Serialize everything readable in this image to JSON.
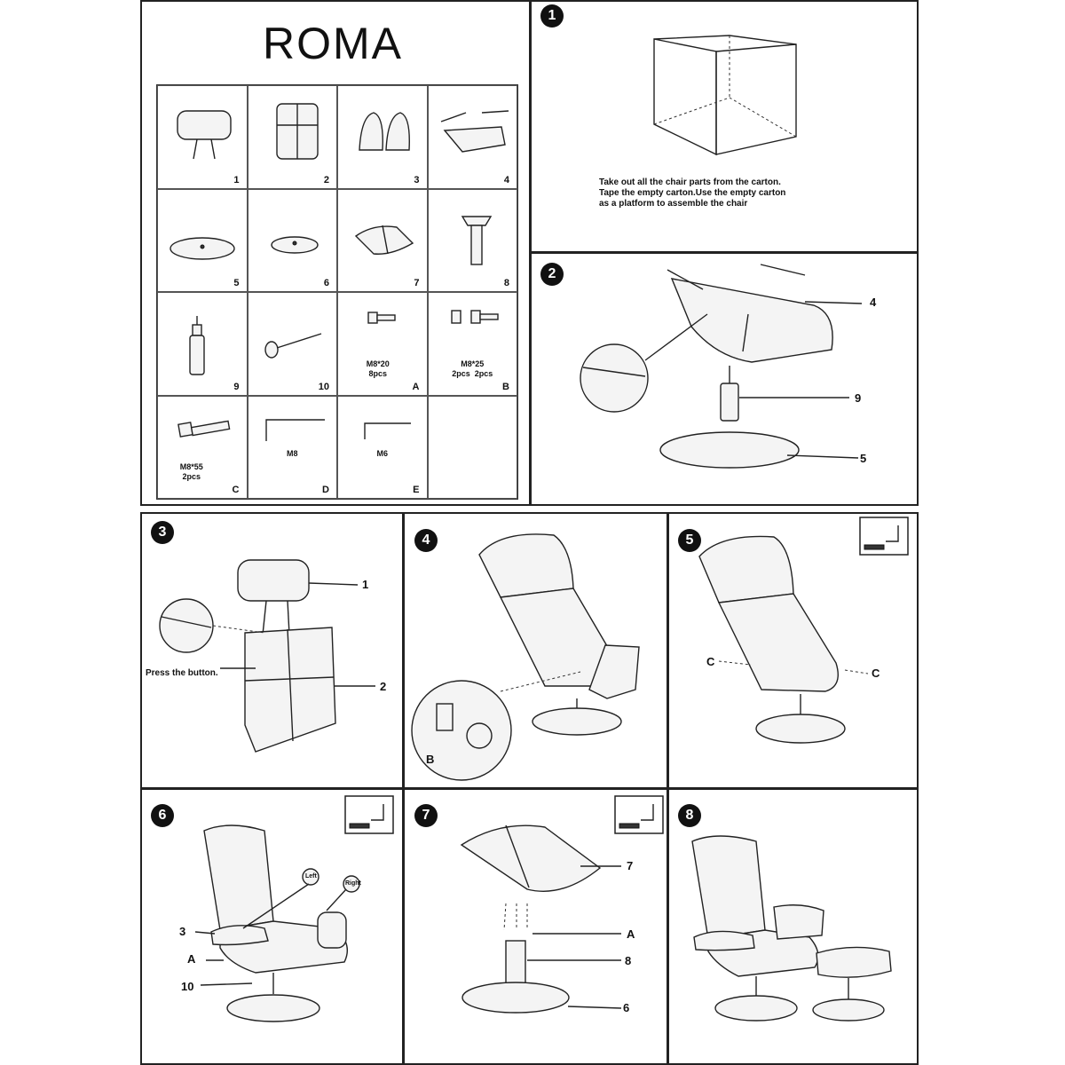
{
  "title": "ROMA",
  "parts": [
    {
      "label": "1",
      "spec": "",
      "icon": "headrest-icon"
    },
    {
      "label": "2",
      "spec": "",
      "icon": "backrest-icon"
    },
    {
      "label": "3",
      "spec": "",
      "icon": "armrests-icon"
    },
    {
      "label": "4",
      "spec": "",
      "icon": "seat-icon"
    },
    {
      "label": "5",
      "spec": "",
      "icon": "chair-base-icon"
    },
    {
      "label": "6",
      "spec": "",
      "icon": "ottoman-base-icon"
    },
    {
      "label": "7",
      "spec": "",
      "icon": "ottoman-cushion-icon"
    },
    {
      "label": "8",
      "spec": "",
      "icon": "ottoman-column-icon"
    },
    {
      "label": "9",
      "spec": "",
      "icon": "gas-cylinder-icon"
    },
    {
      "label": "10",
      "spec": "",
      "icon": "recline-lever-icon"
    },
    {
      "label": "A",
      "spec": "M8*20\n8pcs",
      "icon": "bolt-icon"
    },
    {
      "label": "B",
      "spec": "M8*25\n2pcs  2pcs",
      "icon": "bolt-washer-icon"
    },
    {
      "label": "C",
      "spec": "M8*55\n2pcs",
      "icon": "long-bolt-icon"
    },
    {
      "label": "D",
      "spec": "M8",
      "icon": "allen-key-icon"
    },
    {
      "label": "E",
      "spec": "M6",
      "icon": "allen-key-icon"
    },
    {
      "label": "",
      "spec": "",
      "icon": ""
    }
  ],
  "steps": {
    "s1": {
      "num": "1",
      "text": "Take out all the chair parts from the carton.\nTape the empty carton.Use the empty carton\nas a platform to assemble the chair"
    },
    "s2": {
      "num": "2",
      "c4": "4",
      "c9": "9",
      "c5": "5"
    },
    "s3": {
      "num": "3",
      "c1": "1",
      "c2": "2",
      "press": "Press the button."
    },
    "s4": {
      "num": "4",
      "cB": "B"
    },
    "s5": {
      "num": "5",
      "cC1": "C",
      "cC2": "C"
    },
    "s6": {
      "num": "6",
      "c3": "3",
      "cA": "A",
      "c10": "10",
      "left": "Left",
      "right": "Right"
    },
    "s7": {
      "num": "7",
      "c7": "7",
      "cA": "A",
      "c8": "8",
      "c6": "6"
    },
    "s8": {
      "num": "8"
    }
  },
  "tool_icons": {
    "s5": "allen-key-D",
    "s6": "allen-key-E",
    "s7": "allen-key-E"
  }
}
